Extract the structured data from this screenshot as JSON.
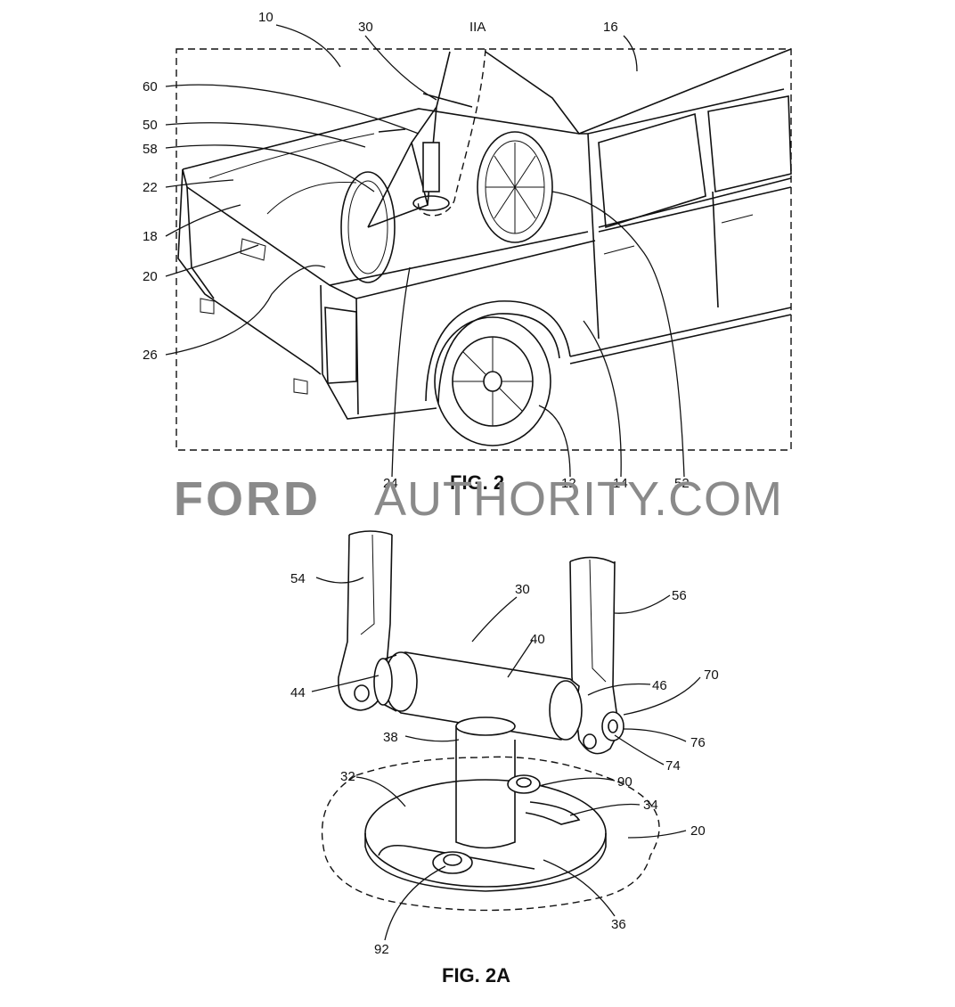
{
  "figures": {
    "fig2": {
      "caption": "FIG. 2"
    },
    "fig2a": {
      "caption": "FIG. 2A"
    }
  },
  "watermark": {
    "brand": "FORD",
    "rest": "AUTHORITY.COM",
    "color": "#8a8a8a"
  },
  "labels_fig2": {
    "l10": "10",
    "l30": "30",
    "l_iia": "IIA",
    "l16": "16",
    "l60": "60",
    "l50": "50",
    "l58": "58",
    "l22": "22",
    "l18": "18",
    "l20": "20",
    "l26": "26",
    "l24": "24",
    "l12": "12",
    "l14": "14",
    "l52": "52"
  },
  "labels_fig2a": {
    "l54": "54",
    "l30": "30",
    "l56": "56",
    "l40": "40",
    "l44": "44",
    "l46": "46",
    "l70": "70",
    "l38": "38",
    "l76": "76",
    "l74": "74",
    "l32": "32",
    "l90": "90",
    "l34": "34",
    "l20": "20",
    "l36": "36",
    "l92": "92"
  }
}
